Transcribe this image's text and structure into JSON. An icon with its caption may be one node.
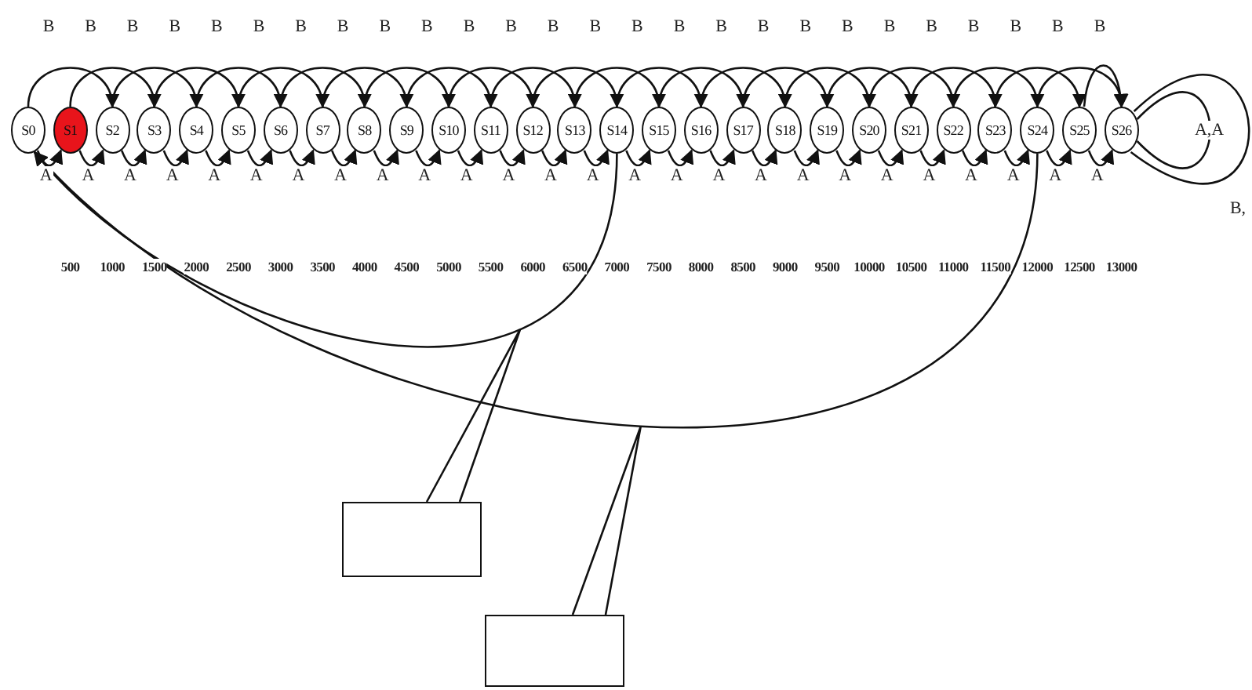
{
  "diagram": {
    "nodes": [
      {
        "text": [
          "S0"
        ]
      },
      {
        "text": [
          "S1"
        ]
      },
      {
        "text": [
          "S2"
        ]
      },
      {
        "text": [
          "S3"
        ]
      },
      {
        "text": [
          "S4"
        ]
      },
      {
        "text": [
          "S5"
        ]
      },
      {
        "text": [
          "S6"
        ]
      },
      {
        "text": [
          "S7"
        ]
      },
      {
        "text": [
          "S8"
        ]
      },
      {
        "text": [
          "S9"
        ]
      },
      {
        "text": [
          "S10"
        ]
      },
      {
        "text": [
          "S11"
        ]
      },
      {
        "text": [
          "S12"
        ]
      },
      {
        "text": [
          "S13"
        ]
      },
      {
        "text": [
          "S14"
        ]
      },
      {
        "text": [
          "S15"
        ]
      },
      {
        "text": [
          "S16"
        ]
      },
      {
        "text": [
          "S17"
        ]
      },
      {
        "text": [
          "S18"
        ]
      },
      {
        "text": [
          "S19"
        ]
      },
      {
        "text": [
          "S20"
        ]
      },
      {
        "text": [
          "S21"
        ]
      },
      {
        "text": [
          "S22"
        ]
      },
      {
        "text": [
          "S23"
        ]
      },
      {
        "text": [
          "S24"
        ]
      },
      {
        "text": [
          "S25"
        ]
      },
      {
        "text": [
          "S26"
        ]
      },
      {
        "text": [],
        "shape": "box"
      },
      {
        "text": [],
        "shape": "box"
      }
    ],
    "edges": [
      {
        "from": 0,
        "to": 1,
        "arrow": "to",
        "label": "A"
      },
      {
        "from": 1,
        "to": 2,
        "arrow": "to",
        "label": "A"
      },
      {
        "from": 2,
        "to": 3,
        "arrow": "to",
        "label": "A"
      },
      {
        "from": 3,
        "to": 4,
        "arrow": "to",
        "label": "A"
      },
      {
        "from": 4,
        "to": 5,
        "arrow": "to",
        "label": "A"
      },
      {
        "from": 5,
        "to": 6,
        "arrow": "to",
        "label": "A"
      },
      {
        "from": 6,
        "to": 7,
        "arrow": "to",
        "label": "A"
      },
      {
        "from": 7,
        "to": 8,
        "arrow": "to",
        "label": "A"
      },
      {
        "from": 8,
        "to": 9,
        "arrow": "to",
        "label": "A"
      },
      {
        "from": 9,
        "to": 10,
        "arrow": "to",
        "label": "A"
      },
      {
        "from": 10,
        "to": 11,
        "arrow": "to",
        "label": "A"
      },
      {
        "from": 11,
        "to": 12,
        "arrow": "to",
        "label": "A"
      },
      {
        "from": 12,
        "to": 13,
        "arrow": "to",
        "label": "A"
      },
      {
        "from": 13,
        "to": 14,
        "arrow": "to",
        "label": "A"
      },
      {
        "from": 14,
        "to": 15,
        "arrow": "to",
        "label": "A"
      },
      {
        "from": 15,
        "to": 16,
        "arrow": "to",
        "label": "A"
      },
      {
        "from": 16,
        "to": 17,
        "arrow": "to",
        "label": "A"
      },
      {
        "from": 17,
        "to": 18,
        "arrow": "to",
        "label": "A"
      },
      {
        "from": 18,
        "to": 19,
        "arrow": "to",
        "label": "A"
      },
      {
        "from": 19,
        "to": 20,
        "arrow": "to",
        "label": "A"
      },
      {
        "from": 20,
        "to": 21,
        "arrow": "to",
        "label": "A"
      },
      {
        "from": 21,
        "to": 22,
        "arrow": "to",
        "label": "A"
      },
      {
        "from": 22,
        "to": 23,
        "arrow": "to",
        "label": "A"
      },
      {
        "from": 23,
        "to": 24,
        "arrow": "to",
        "label": "A"
      },
      {
        "from": 24,
        "to": 25,
        "arrow": "to",
        "label": "A"
      },
      {
        "from": 25,
        "to": 26,
        "arrow": "to",
        "label": "A"
      },
      {
        "from": 0,
        "to": 2,
        "arrow": "to",
        "label": "B"
      },
      {
        "from": 1,
        "to": 3,
        "arrow": "to",
        "label": "B"
      },
      {
        "from": 2,
        "to": 4,
        "arrow": "to",
        "label": "B"
      },
      {
        "from": 3,
        "to": 5,
        "arrow": "to",
        "label": "B"
      },
      {
        "from": 4,
        "to": 6,
        "arrow": "to",
        "label": "B"
      },
      {
        "from": 5,
        "to": 7,
        "arrow": "to",
        "label": "B"
      },
      {
        "from": 6,
        "to": 8,
        "arrow": "to",
        "label": "B"
      },
      {
        "from": 7,
        "to": 9,
        "arrow": "to",
        "label": "B"
      },
      {
        "from": 8,
        "to": 10,
        "arrow": "to",
        "label": "B"
      },
      {
        "from": 9,
        "to": 11,
        "arrow": "to",
        "label": "B"
      },
      {
        "from": 10,
        "to": 12,
        "arrow": "to",
        "label": "B"
      },
      {
        "from": 11,
        "to": 13,
        "arrow": "to",
        "label": "B"
      },
      {
        "from": 12,
        "to": 14,
        "arrow": "to",
        "label": "B"
      },
      {
        "from": 13,
        "to": 15,
        "arrow": "to",
        "label": "B"
      },
      {
        "from": 14,
        "to": 16,
        "arrow": "to",
        "label": "B"
      },
      {
        "from": 15,
        "to": 17,
        "arrow": "to",
        "label": "B"
      },
      {
        "from": 16,
        "to": 18,
        "arrow": "to",
        "label": "B"
      },
      {
        "from": 17,
        "to": 19,
        "arrow": "to",
        "label": "B"
      },
      {
        "from": 18,
        "to": 20,
        "arrow": "to",
        "label": "B"
      },
      {
        "from": 19,
        "to": 21,
        "arrow": "to",
        "label": "B"
      },
      {
        "from": 20,
        "to": 22,
        "arrow": "to",
        "label": "B"
      },
      {
        "from": 21,
        "to": 23,
        "arrow": "to",
        "label": "B"
      },
      {
        "from": 22,
        "to": 24,
        "arrow": "to",
        "label": "B"
      },
      {
        "from": 23,
        "to": 25,
        "arrow": "to",
        "label": "B"
      },
      {
        "from": 24,
        "to": 26,
        "arrow": "to",
        "label": "B"
      },
      {
        "from": 25,
        "to": 26,
        "arrow": "to",
        "label": "B"
      },
      {
        "from": 26,
        "to": 26,
        "arrow": "none",
        "label": "A,A"
      },
      {
        "from": 26,
        "to": 26,
        "arrow": "none",
        "label": "B,"
      },
      {
        "from": 14,
        "to": 0,
        "arrow": "to"
      },
      {
        "from": 24,
        "to": 0,
        "arrow": "to"
      },
      {
        "from": 27,
        "to": null,
        "arrow": "none"
      },
      {
        "from": 28,
        "to": null,
        "arrow": "none"
      }
    ],
    "labels": [
      "500",
      "1000",
      "1500",
      "2000",
      "2500",
      "3000",
      "3500",
      "4000",
      "4500",
      "5000",
      "5500",
      "6000",
      "6500",
      "7000",
      "7500",
      "8000",
      "8500",
      "9000",
      "9500",
      "10000",
      "10500",
      "11000",
      "11500",
      "12000",
      "12500",
      "13000"
    ]
  }
}
